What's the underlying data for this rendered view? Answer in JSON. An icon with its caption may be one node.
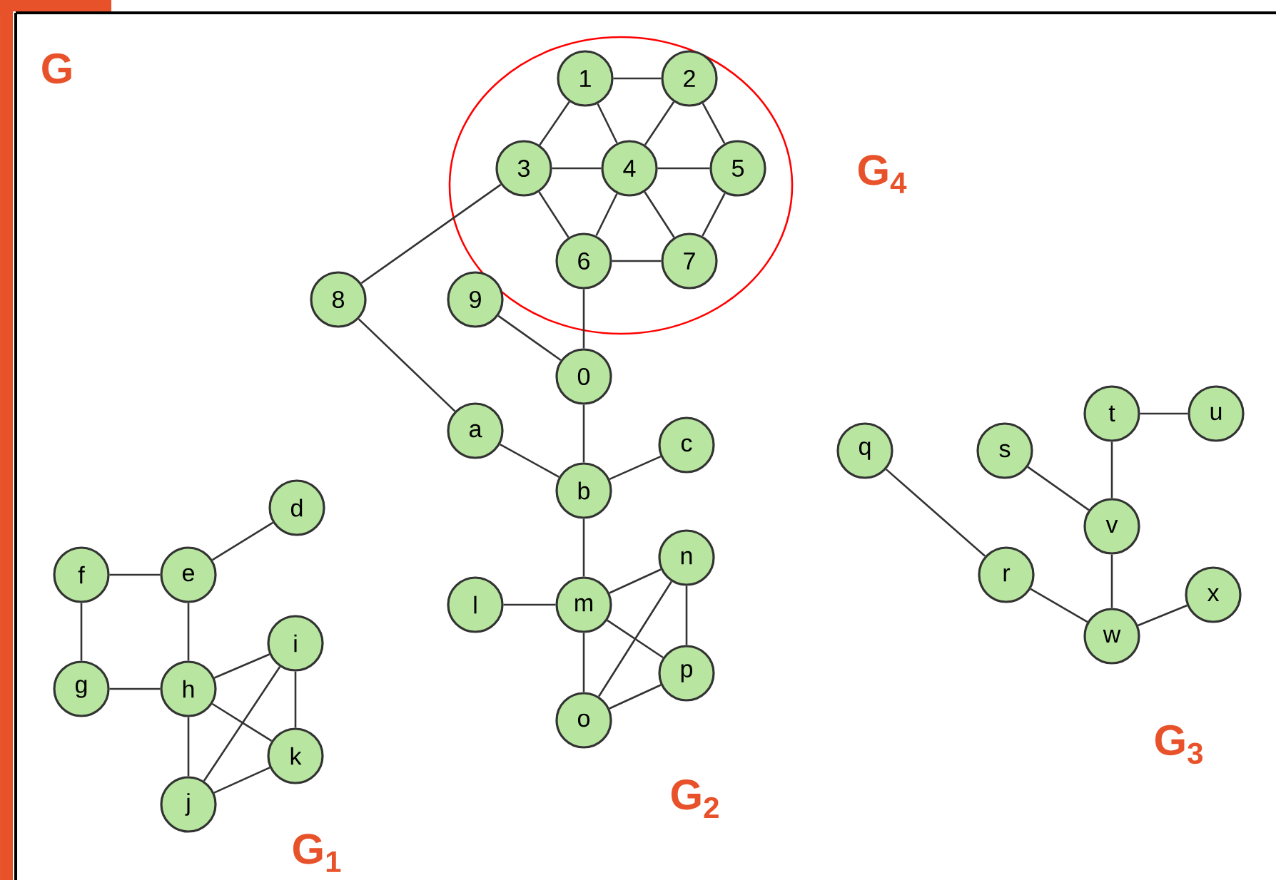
{
  "diagram": {
    "nodes": [
      {
        "text": [
          "G$_{4}$"
        ]
      },
      {
        "text": [
          "1"
        ],
        "in": 0
      },
      {
        "text": [
          "2"
        ],
        "in": 0
      },
      {
        "text": [
          "3"
        ],
        "in": 0
      },
      {
        "text": [
          "4"
        ],
        "in": 0
      },
      {
        "text": [
          "5"
        ],
        "in": 0
      },
      {
        "text": [
          "6"
        ],
        "in": 0
      },
      {
        "text": [
          "7"
        ],
        "in": 0
      },
      {
        "text": [
          "8"
        ]
      },
      {
        "text": [
          "9"
        ]
      },
      {
        "text": [
          "0"
        ]
      },
      {
        "text": [
          "a"
        ]
      },
      {
        "text": [
          "b"
        ]
      },
      {
        "text": [
          "c"
        ]
      },
      {
        "text": [
          "d"
        ]
      },
      {
        "text": [
          "e"
        ]
      },
      {
        "text": [
          "f"
        ]
      },
      {
        "text": [
          "g"
        ]
      },
      {
        "text": [
          "h"
        ]
      },
      {
        "text": [
          "i"
        ]
      },
      {
        "text": [
          "j"
        ]
      },
      {
        "text": [
          "k"
        ]
      },
      {
        "text": [
          "l"
        ]
      },
      {
        "text": [
          "m"
        ]
      },
      {
        "text": [
          "n"
        ]
      },
      {
        "text": [
          "o"
        ]
      },
      {
        "text": [
          "p"
        ]
      },
      {
        "text": [
          "q"
        ]
      },
      {
        "text": [
          "r"
        ]
      },
      {
        "text": [
          "s"
        ]
      },
      {
        "text": [
          "t"
        ]
      },
      {
        "text": [
          "u"
        ]
      },
      {
        "text": [
          "v"
        ]
      },
      {
        "text": [
          "w"
        ]
      },
      {
        "text": [
          "x"
        ]
      }
    ],
    "edges": [
      {
        "from": 1,
        "to": 2,
        "arrow": "none"
      },
      {
        "from": 1,
        "to": 3,
        "arrow": "none"
      },
      {
        "from": 1,
        "to": 4,
        "arrow": "none"
      },
      {
        "from": 2,
        "to": 4,
        "arrow": "none"
      },
      {
        "from": 2,
        "to": 5,
        "arrow": "none"
      },
      {
        "from": 3,
        "to": 4,
        "arrow": "none"
      },
      {
        "from": 4,
        "to": 5,
        "arrow": "none"
      },
      {
        "from": 3,
        "to": 6,
        "arrow": "none"
      },
      {
        "from": 4,
        "to": 6,
        "arrow": "none"
      },
      {
        "from": 4,
        "to": 7,
        "arrow": "none"
      },
      {
        "from": 5,
        "to": 7,
        "arrow": "none"
      },
      {
        "from": 6,
        "to": 7,
        "arrow": "none"
      },
      {
        "from": 3,
        "to": 8,
        "arrow": "none"
      },
      {
        "from": 6,
        "to": 10,
        "arrow": "none"
      },
      {
        "from": 9,
        "to": 10,
        "arrow": "none"
      },
      {
        "from": 8,
        "to": 11,
        "arrow": "none"
      },
      {
        "from": 11,
        "to": 12,
        "arrow": "none"
      },
      {
        "from": 10,
        "to": 12,
        "arrow": "none"
      },
      {
        "from": 12,
        "to": 13,
        "arrow": "none"
      },
      {
        "from": 12,
        "to": 23,
        "arrow": "none"
      },
      {
        "from": 22,
        "to": 23,
        "arrow": "none"
      },
      {
        "from": 23,
        "to": 24,
        "arrow": "none"
      },
      {
        "from": 23,
        "to": 26,
        "arrow": "none"
      },
      {
        "from": 23,
        "to": 25,
        "arrow": "none"
      },
      {
        "from": 24,
        "to": 26,
        "arrow": "none"
      },
      {
        "from": 24,
        "to": 25,
        "arrow": "none"
      },
      {
        "from": 25,
        "to": 26,
        "arrow": "none"
      },
      {
        "from": 14,
        "to": 15,
        "arrow": "none"
      },
      {
        "from": 15,
        "to": 16,
        "arrow": "none"
      },
      {
        "from": 16,
        "to": 17,
        "arrow": "none"
      },
      {
        "from": 15,
        "to": 18,
        "arrow": "none"
      },
      {
        "from": 17,
        "to": 18,
        "arrow": "none"
      },
      {
        "from": 18,
        "to": 19,
        "arrow": "none"
      },
      {
        "from": 18,
        "to": 21,
        "arrow": "none"
      },
      {
        "from": 18,
        "to": 20,
        "arrow": "none"
      },
      {
        "from": 19,
        "to": 20,
        "arrow": "none"
      },
      {
        "from": 19,
        "to": 21,
        "arrow": "none"
      },
      {
        "from": 20,
        "to": 21,
        "arrow": "none"
      },
      {
        "from": 27,
        "to": 28,
        "arrow": "none"
      },
      {
        "from": 29,
        "to": 32,
        "arrow": "none"
      },
      {
        "from": 30,
        "to": 31,
        "arrow": "none"
      },
      {
        "from": 30,
        "to": 32,
        "arrow": "none"
      },
      {
        "from": 32,
        "to": 33,
        "arrow": "none"
      },
      {
        "from": 28,
        "to": 33,
        "arrow": "none"
      },
      {
        "from": 33,
        "to": 34,
        "arrow": "none"
      }
    ],
    "labels": [
      "G",
      "G$_{1}$",
      "G$_{2}$",
      "G$_{3}$"
    ]
  }
}
